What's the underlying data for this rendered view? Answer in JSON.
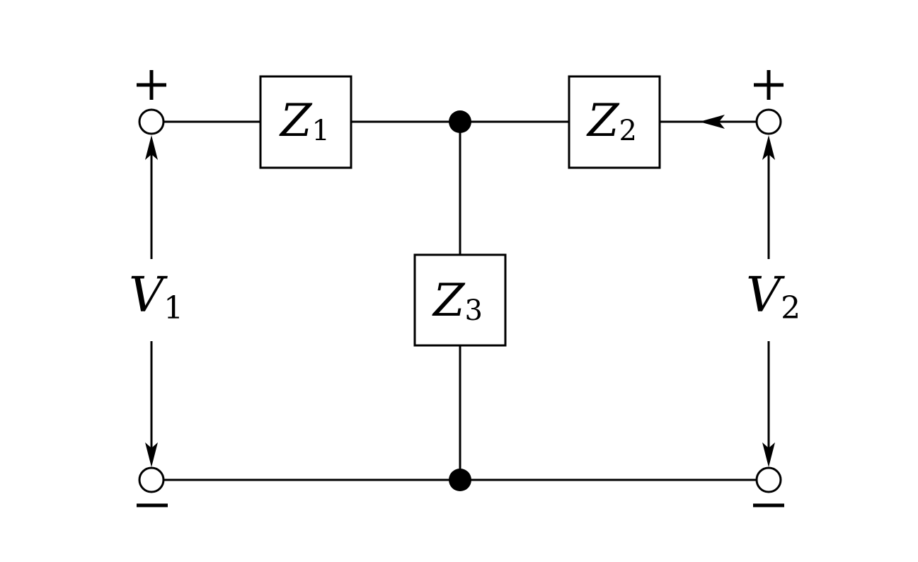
{
  "impedances": [
    {
      "symbol": "Z",
      "subscript": "1"
    },
    {
      "symbol": "Z",
      "subscript": "2"
    },
    {
      "symbol": "Z",
      "subscript": "3"
    }
  ],
  "voltages": [
    {
      "symbol": "V",
      "subscript": "1"
    },
    {
      "symbol": "V",
      "subscript": "2"
    }
  ]
}
